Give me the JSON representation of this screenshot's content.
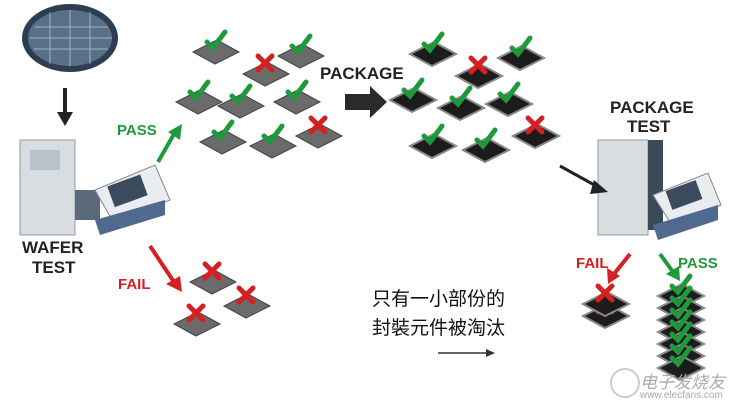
{
  "labels": {
    "wafer_test_line1": "WAFER",
    "wafer_test_line2": "TEST",
    "pass_left": "PASS",
    "fail_left": "FAIL",
    "package": "PACKAGE",
    "package_test_line1": "PACKAGE",
    "package_test_line2": "TEST",
    "fail_right": "FAIL",
    "pass_right": "PASS"
  },
  "caption": {
    "line1": "只有一小部份的",
    "line2": "封裝元件被淘汰"
  },
  "watermark": {
    "name": "电子发烧友",
    "url": "www.elecfans.com"
  },
  "colors": {
    "pass": "#1e9a3a",
    "fail": "#d42020",
    "die": "#6b6b6b",
    "chip": "#1c1c1c"
  }
}
